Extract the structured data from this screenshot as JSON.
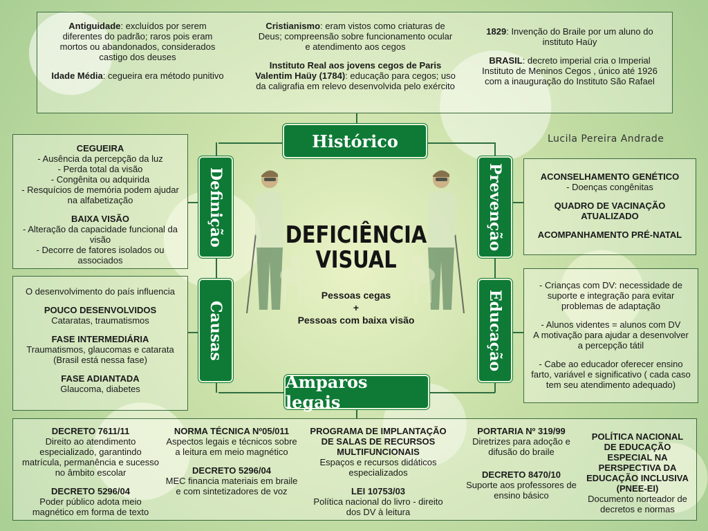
{
  "title": "DEFICIÊNCIA VISUAL",
  "subtitle": [
    "Pessoas cegas",
    "+",
    "Pessoas com baixa visão"
  ],
  "author": "Lucila Pereira Andrade",
  "colors": {
    "accent": "#0e7a36",
    "border": "#3c6b3f"
  },
  "pills": {
    "historico": "Histórico",
    "definicao": "Definição",
    "prevencao": "Prevenção",
    "causas": "Causas",
    "educacao": "Educação",
    "amparos": "Amparos legais"
  },
  "historico": {
    "col1": {
      "antiguidade_b": "Antiguidade",
      "antiguidade": ": excluídos por serem diferentes do padrão; raros pois eram mortos ou abandonados, considerados castigo dos deuses",
      "idade_b": "Idade Média",
      "idade": ": cegueira era método punitivo"
    },
    "col2": {
      "crist_b": "Cristianismo",
      "crist": ": eram vistos como criaturas de Deus; compreensão sobre funcionamento ocular e atendimento aos cegos",
      "inst_b": "Instituto Real aos jovens cegos de Paris Valentim Haüy (1784)",
      "inst": ": educação para cegos; uso da caligrafia em relevo desenvolvida pelo exército"
    },
    "col3": {
      "y1829_b": "1829",
      "y1829": ": Invenção do Braile por um aluno do instituto Haüy",
      "brasil_b": "BRASIL",
      "brasil": ": decreto imperial cria o Imperial Instituto de Meninos Cegos , único até 1926 com a inauguração do Instituto São Rafael"
    }
  },
  "definicao": {
    "cegueira_title": "CEGUEIRA",
    "cegueira_items": [
      "- Ausência da percepção da luz",
      "- Perda total da visão",
      "- Congênita ou adquirida",
      "- Resquícios de memória podem ajudar na alfabetização"
    ],
    "baixa_title": "BAIXA VISÃO",
    "baixa_items": [
      "- Alteração da capacidade funcional da visão",
      "- Decorre de fatores isolados ou associados"
    ]
  },
  "causas": {
    "intro": "O desenvolvimento do país influencia",
    "pouco_title": "POUCO DESENVOLVIDOS",
    "pouco": "Cataratas, traumatismos",
    "inter_title": "FASE INTERMEDIÁRIA",
    "inter": "Traumatismos, glaucomas e catarata (Brasil está nessa fase)",
    "adiant_title": "FASE ADIANTADA",
    "adiant": "Glaucoma, diabetes"
  },
  "prevencao": {
    "acons_title": "ACONSELHAMENTO GENÉTICO",
    "acons": "- Doenças congênitas",
    "vacina_title": "QUADRO DE VACINAÇÃO ATUALIZADO",
    "prenatal_title": "ACOMPANHAMENTO PRÉ-NATAL"
  },
  "educacao": {
    "p1": "- Crianças com DV: necessidade de suporte e integração para evitar problemas de adaptação",
    "p2a": "- Alunos videntes = alunos com DV",
    "p2b": "A motivação para ajudar a desenvolver a percepção tátil",
    "p3": "- Cabe ao educador oferecer ensino farto, variável e significativo ( cada caso tem seu atendimento adequado)"
  },
  "amparos": {
    "c1": {
      "d1_title": "DECRETO 7611/11",
      "d1": "Direito ao atendimento especializado, garantindo matrícula, permanência e sucesso no âmbito escolar",
      "d2_title": "DECRETO 5296/04",
      "d2": "Poder público adota meio magnético em forma de texto"
    },
    "c2": {
      "n_title": "NORMA TÉCNICA Nº05/011",
      "n": "Aspectos legais e técnicos sobre a leitura em meio magnético",
      "d_title": "DECRETO 5296/04",
      "d": "MEC financia materiais em braile e com sintetizadores de voz"
    },
    "c3": {
      "p_title": "PROGRAMA DE IMPLANTAÇÃO DE SALAS DE RECURSOS MULTIFUNCIONAIS",
      "p": "Espaços e recursos didáticos especializados",
      "l_title": "LEI 10753/03",
      "l": "Política nacional do livro - direito dos DV à leitura"
    },
    "c4": {
      "p_title": "PORTARIA Nº 319/99",
      "p": "Diretrizes para adoção e difusão do braile",
      "d_title": "DECRETO 8470/10",
      "d": "Suporte aos professores de ensino básico"
    },
    "c5": {
      "pol_title": "POLÍTICA NACIONAL DE EDUCAÇÃO ESPECIAL NA PERSPECTIVA DA EDUCAÇÃO INCLUSIVA (PNEE-EI)",
      "pol": "Documento norteador de decretos e normas"
    }
  }
}
